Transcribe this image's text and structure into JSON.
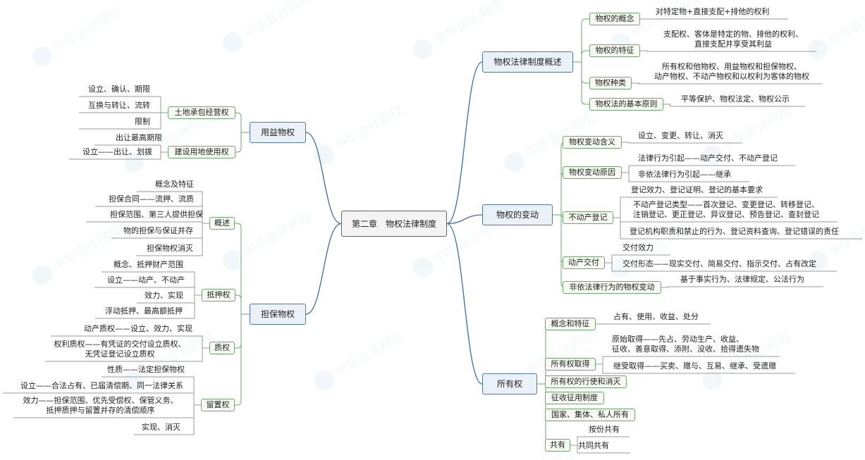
{
  "root": "第二章　物权法律制度",
  "watermark": "中华会计网校",
  "colors": {
    "root_border": "#666666",
    "l1_border": "#4f79a8",
    "l1_link": "#3d6d9e",
    "l2_border": "#6ea66e",
    "leaf_line": "#999999"
  },
  "right": [
    {
      "label": "物权法律制度概述",
      "children": [
        {
          "label": "物权的概念",
          "leaves": [
            "对特定物+直接支配+排他的权利"
          ]
        },
        {
          "label": "物权的特征",
          "leaves": [
            "支配权、客体是特定的物、排他的权利、\n直接支配并享受其利益"
          ]
        },
        {
          "label": "物权种类",
          "leaves": [
            "所有权和他物权、用益物权和担保物权、\n动产物权、不动产物权和以权利为客体的物权"
          ]
        },
        {
          "label": "物权法的基本原则",
          "leaves": [
            "平等保护、物权法定、物权公示"
          ]
        }
      ]
    },
    {
      "label": "物权的变动",
      "children": [
        {
          "label": "物权变动含义",
          "leaves": [
            "设立、变更、转让、消灭"
          ]
        },
        {
          "label": "物权变动原因",
          "leaves": [
            "法律行为引起——动产交付、不动产登记",
            "非依法律行为引起——继承"
          ]
        },
        {
          "label": "不动产登记",
          "leaves": [
            "登记效力、登记证明、登记的基本要求",
            "不动产登记类型——首次登记、变更登记、转移登记、\n注销登记、更正登记、异议登记、预告登记、查封登记",
            "登记机构职责和禁止的行为、登记资料查询、登记错误的责任"
          ]
        },
        {
          "label": "动产交付",
          "leaves": [
            "交付效力",
            "交付形态——现实交付、简易交付、指示交付、占有改定"
          ]
        },
        {
          "label": "非依法律行为的物权变动",
          "leaves": [
            "基于事实行为、法律规定、公法行为"
          ]
        }
      ]
    },
    {
      "label": "所有权",
      "children": [
        {
          "label": "概念和特征",
          "leaves": [
            "占有、使用、收益、处分"
          ]
        },
        {
          "label": "所有权取得",
          "leaves": [
            "原始取得——先占、劳动生产、收益、\n征收、善意取得、添附、没收、拾得遗失物",
            "继受取得——买卖、赠与、互易、继承、受遗赠"
          ]
        },
        {
          "label": "所有权的行使和消灭",
          "leaves": []
        },
        {
          "label": "征收征用制度",
          "leaves": []
        },
        {
          "label": "国家、集体、私人所有",
          "leaves": []
        },
        {
          "label": "共有",
          "leaves": [
            "按份共有",
            "共同共有"
          ]
        }
      ]
    }
  ],
  "left": [
    {
      "label": "用益物权",
      "children": [
        {
          "label": "土地承包经营权",
          "leaves": [
            "设立、确认、期限",
            "互换与转让、流转",
            "限制"
          ]
        },
        {
          "label": "建设用地使用权",
          "leaves": [
            "出让最高期限",
            "设立——出让、划拨"
          ]
        }
      ]
    },
    {
      "label": "担保物权",
      "children": [
        {
          "label": "概述",
          "leaves": [
            "概念及特征",
            "担保合同——流押、流质",
            "担保范围、第三人提供担保",
            "物的担保与保证并存",
            "担保物权消灭"
          ]
        },
        {
          "label": "抵押权",
          "leaves": [
            "概念、抵押财产范围",
            "设立——动产、不动产",
            "效力、实现",
            "浮动抵押、最高额抵押"
          ]
        },
        {
          "label": "质权",
          "leaves": [
            "动产质权——设立、效力、实现",
            "权利质权——有凭证的交付设立质权、\n无凭证登记设立质权"
          ]
        },
        {
          "label": "留置权",
          "leaves": [
            "性质——法定担保物权",
            "设立——合法占有、已届清偿期、同一法律关系",
            "效力——担保范围、优先受偿权、保管义务、\n抵押质押与留置并存的清偿顺序",
            "实现、消灭"
          ]
        }
      ]
    }
  ]
}
